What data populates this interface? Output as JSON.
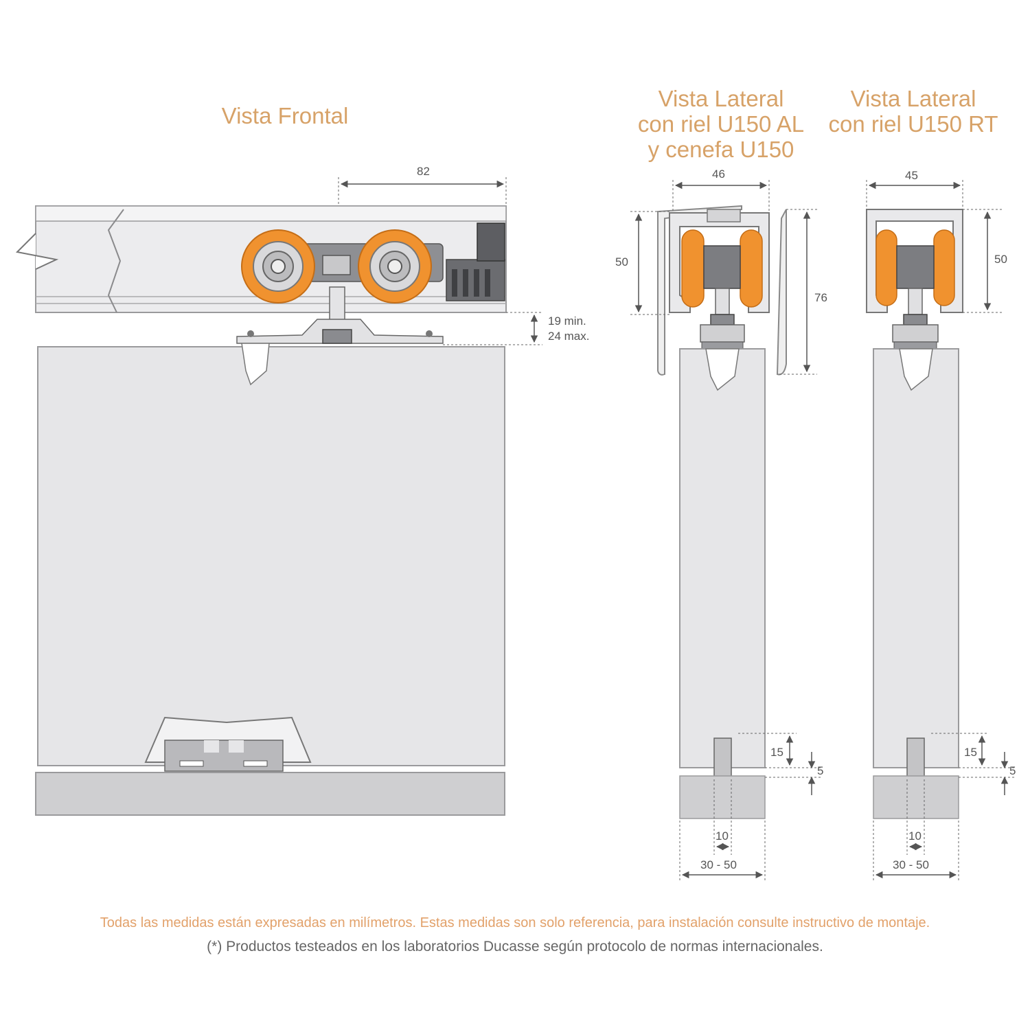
{
  "titles": {
    "front": "Vista Frontal",
    "side_al": [
      "Vista Lateral",
      "con riel U150 AL",
      "y cenefa U150"
    ],
    "side_rt": [
      "Vista Lateral",
      "con riel U150 RT"
    ]
  },
  "dimensions": {
    "front_width": "82",
    "front_gap_min": "19 min.",
    "front_gap_max": "24 max.",
    "al_width": "46",
    "al_rail_height": "50",
    "al_total_height": "76",
    "al_guide_depth": "15",
    "al_guide_gap": "5",
    "al_guide_width": "10",
    "al_door_range": "30 - 50",
    "rt_width": "45",
    "rt_rail_height": "50",
    "rt_guide_depth": "15",
    "rt_guide_gap": "5",
    "rt_guide_width": "10",
    "rt_door_range": "30 - 50"
  },
  "footer": {
    "line1": "Todas las medidas están expresadas en milímetros. Estas medidas son solo referencia, para instalación consulte instructivo de montaje.",
    "line2": "(*) Productos testeados en los laboratorios Ducasse según protocolo de normas internacionales."
  },
  "colors": {
    "title": "#d7a268",
    "wheel": "#f0922f",
    "footnote_primary": "#e2a16a",
    "footnote_secondary": "#666666",
    "door_fill": "#e6e6e8",
    "rail_fill": "#ececee",
    "floor_guide": "#cfcfd1"
  }
}
